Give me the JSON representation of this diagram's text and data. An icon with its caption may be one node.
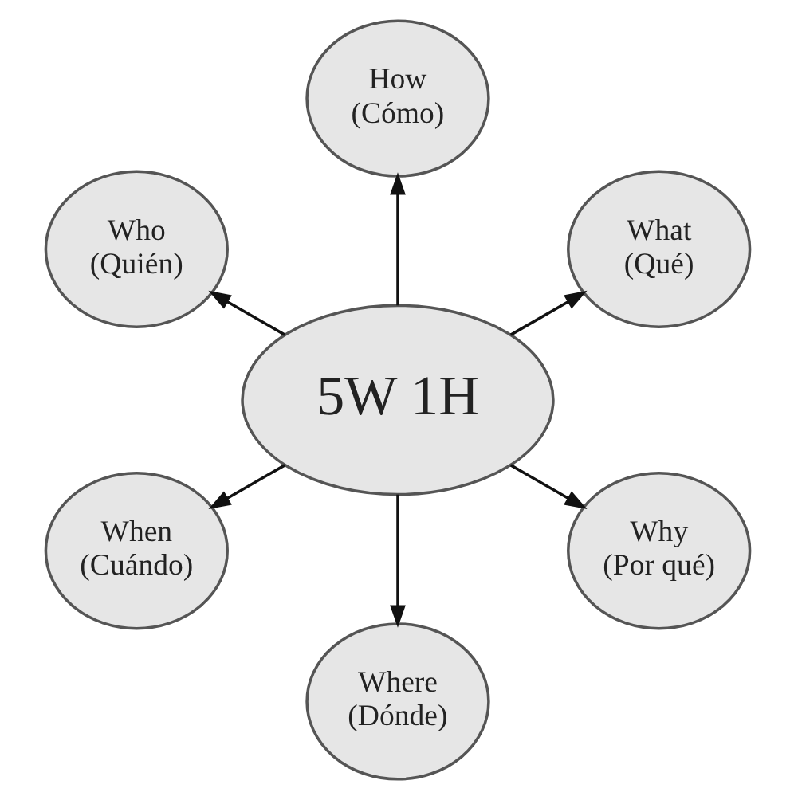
{
  "diagram": {
    "nodes": [
      {
        "text": [
          "What",
          "(Qué)"
        ]
      },
      {
        "text": [
          "How",
          "(Cómo)"
        ]
      },
      {
        "text": [
          "Who",
          "(Quién)"
        ]
      },
      {
        "text": [
          "5W 1H"
        ]
      },
      {
        "text": [
          "When",
          "(Cuándo)"
        ]
      },
      {
        "text": [
          "Where",
          "(Dónde)"
        ]
      },
      {
        "text": [
          "Why",
          "(Por qué)"
        ]
      }
    ],
    "edges": [
      {
        "from": 3,
        "to": 0,
        "arrow": "to"
      },
      {
        "from": 3,
        "to": 1,
        "arrow": "to"
      },
      {
        "from": 3,
        "to": 2,
        "arrow": "to"
      },
      {
        "from": 3,
        "to": 4,
        "arrow": "to"
      },
      {
        "from": 3,
        "to": 5,
        "arrow": "to"
      },
      {
        "from": 3,
        "to": 6,
        "arrow": "to"
      }
    ]
  }
}
